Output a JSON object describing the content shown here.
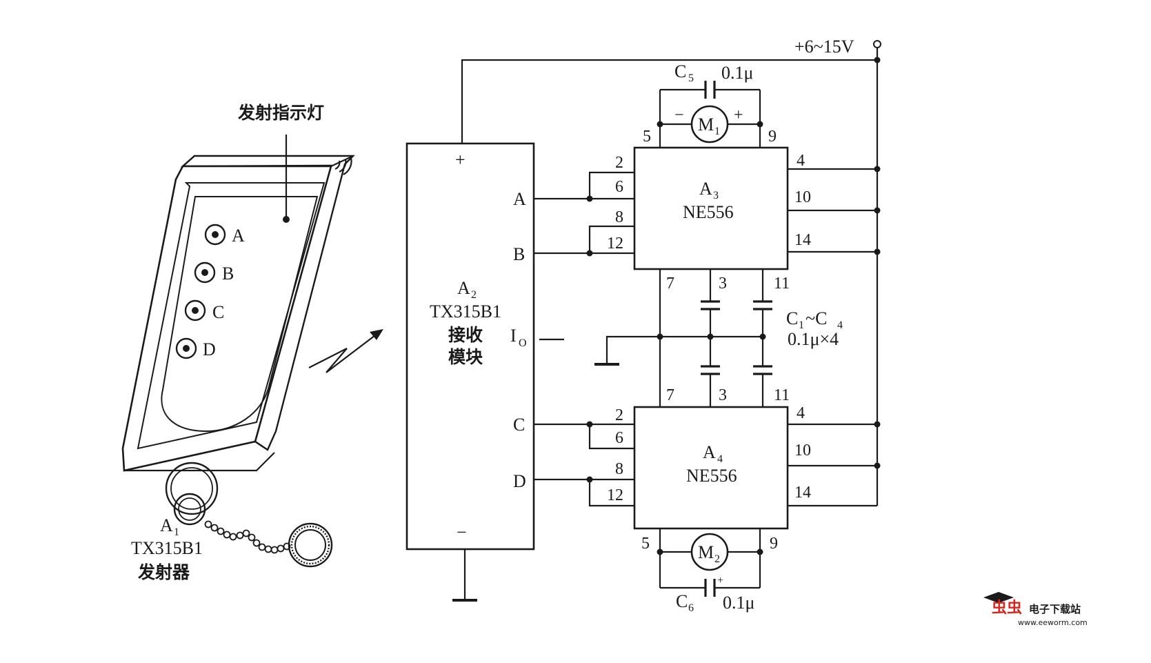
{
  "supply": {
    "label": "+6~15V"
  },
  "transmitter": {
    "indicator_label": "发射指示灯",
    "buttons": [
      "A",
      "B",
      "C",
      "D"
    ],
    "ref": "A",
    "ref_sub": "1",
    "model": "TX315B1",
    "name": "发射器"
  },
  "receiver": {
    "ref": "A",
    "ref_sub": "2",
    "model": "TX315B1",
    "name_line1": "接收",
    "name_line2": "模块",
    "plus": "+",
    "minus": "−",
    "pins": {
      "a": "A",
      "b": "B",
      "c": "C",
      "d": "D",
      "io": "I",
      "io_sub": "O"
    }
  },
  "a3": {
    "ref": "A",
    "ref_sub": "3",
    "model": "NE556",
    "pins": {
      "p2": "2",
      "p6": "6",
      "p8": "8",
      "p12": "12",
      "p4": "4",
      "p10": "10",
      "p14": "14",
      "p5": "5",
      "p9": "9",
      "p7": "7",
      "p3": "3",
      "p11": "11"
    }
  },
  "a4": {
    "ref": "A",
    "ref_sub": "4",
    "model": "NE556",
    "pins": {
      "p2": "2",
      "p6": "6",
      "p8": "8",
      "p12": "12",
      "p4": "4",
      "p10": "10",
      "p14": "14",
      "p5": "5",
      "p9": "9",
      "p7": "7",
      "p3": "3",
      "p11": "11"
    }
  },
  "m1": {
    "ref": "M",
    "ref_sub": "1",
    "minus": "−",
    "plus": "+"
  },
  "m2": {
    "ref": "M",
    "ref_sub": "2"
  },
  "c5": {
    "ref": "C",
    "ref_sub": "5",
    "value": "0.1μ"
  },
  "c6": {
    "ref": "C",
    "ref_sub": "6",
    "value": "0.1μ",
    "plus": "+"
  },
  "c1c4": {
    "ref_a": "C",
    "ref_a_sub": "1",
    "tilde": "~C",
    "ref_b_sub": "4",
    "value": "0.1μ×4"
  },
  "watermark": {
    "brand": "虫虫",
    "text": "电子下载站",
    "url": "www.eeworm.com"
  }
}
